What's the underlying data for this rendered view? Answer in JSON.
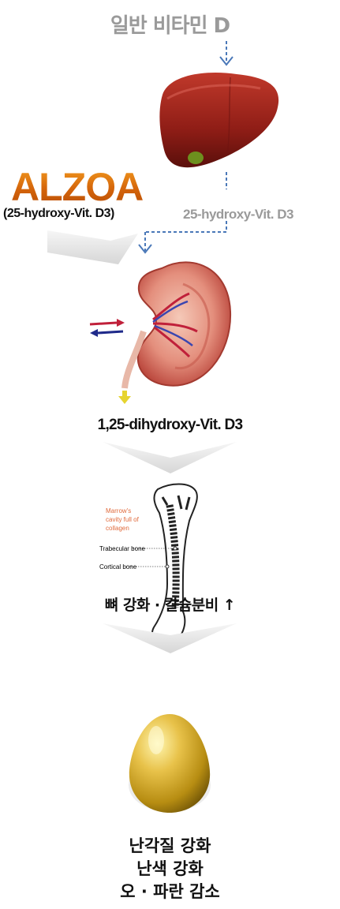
{
  "source": {
    "label": "일반 비타민 D"
  },
  "brand": {
    "name": "ALZOA",
    "subtitle": "(25-hydroxy-Vit. D3)"
  },
  "liver": {
    "output_label": "25-hydroxy-Vit. D3"
  },
  "kidney": {
    "output_label": "1,25-dihydroxy-Vit. D3"
  },
  "bone": {
    "annotations": [
      "Marrow's",
      "cavity full of",
      "collagen"
    ],
    "trabecular_label": "Trabecular bone",
    "cortical_label": "Cortical bone",
    "effect_label": "뼈 강화 · 칼슘분비 ↑"
  },
  "egg": {
    "outcomes": [
      "난각질 강화",
      "난색 강화",
      "오 · 파란 감소"
    ]
  },
  "colors": {
    "arrow_blue": "#4a78b8",
    "brand_orange": "#d4640a",
    "gray_text": "#9a9a9a"
  }
}
